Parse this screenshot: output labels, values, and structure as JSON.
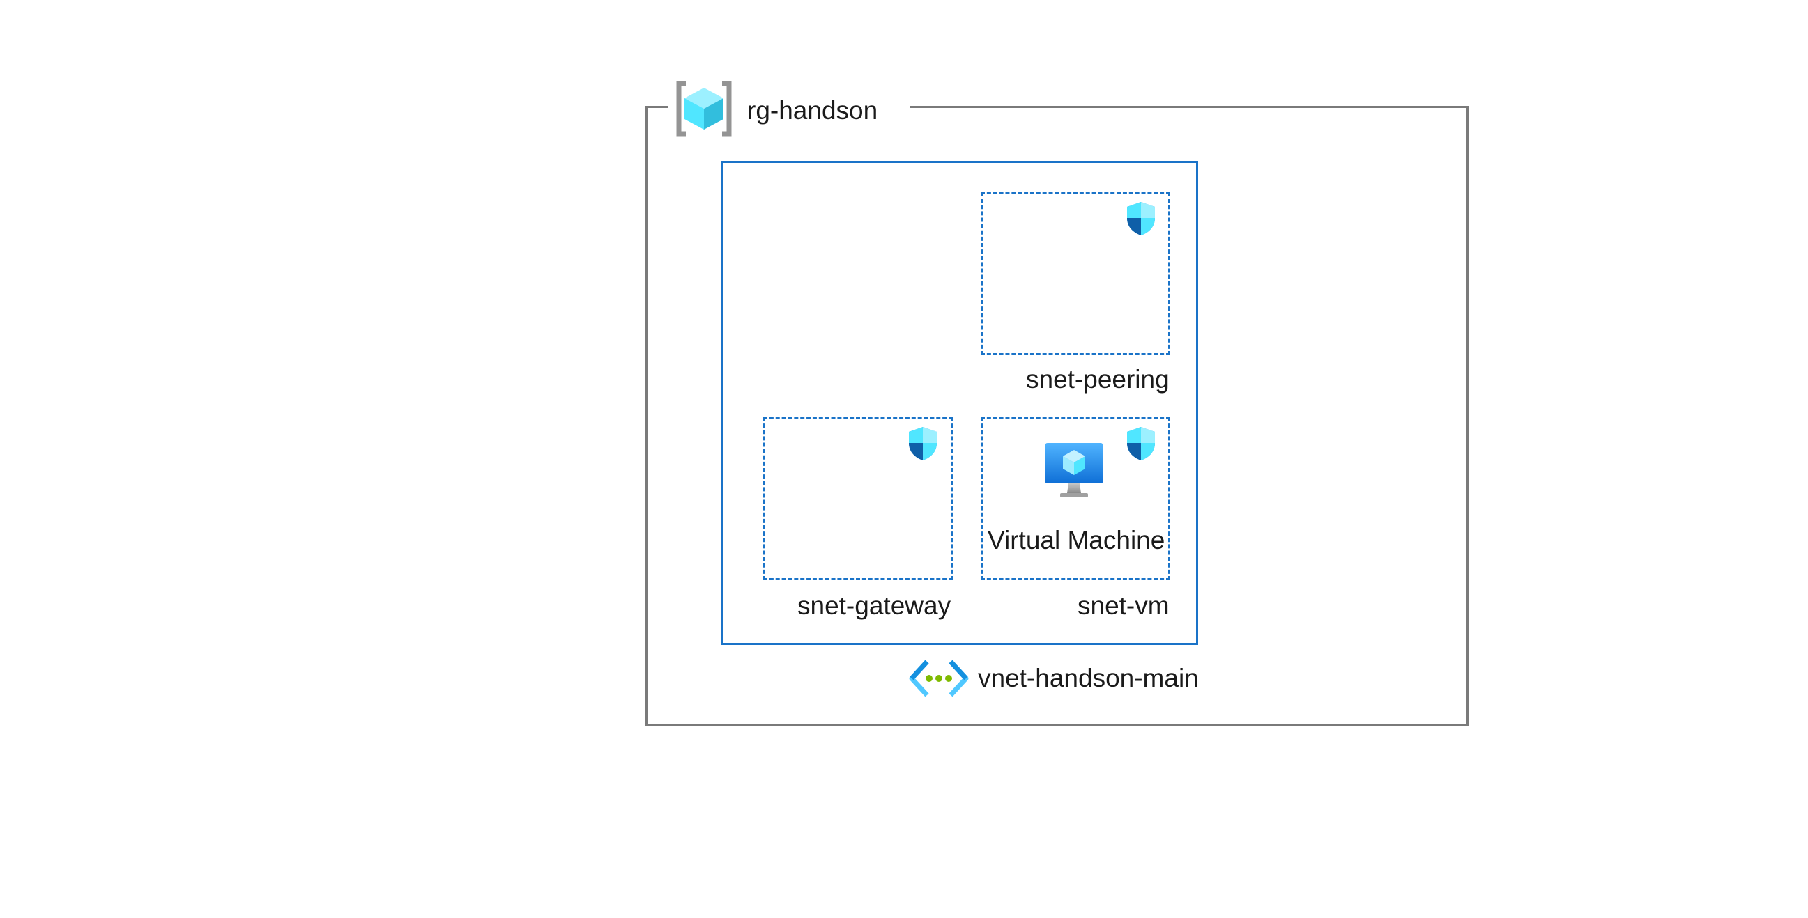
{
  "resource_group": {
    "label": "rg-handson",
    "icon": "resource-group-icon"
  },
  "vnet": {
    "label": "vnet-handson-main",
    "icon": "virtual-network-icon"
  },
  "subnets": [
    {
      "label": "snet-peering",
      "icon": "nsg-shield-icon"
    },
    {
      "label": "snet-gateway",
      "icon": "nsg-shield-icon"
    },
    {
      "label": "snet-vm",
      "icon": "nsg-shield-icon"
    }
  ],
  "vm": {
    "label": "Virtual Machine",
    "icon": "virtual-machine-icon"
  },
  "colors": {
    "frame": "#7a7a7a",
    "vnet_border": "#1a73c8",
    "subnet_border": "#1a73c8",
    "icon_cyan": "#50e6ff",
    "icon_blue": "#1490df",
    "vnet_dots": "#7fba00"
  }
}
